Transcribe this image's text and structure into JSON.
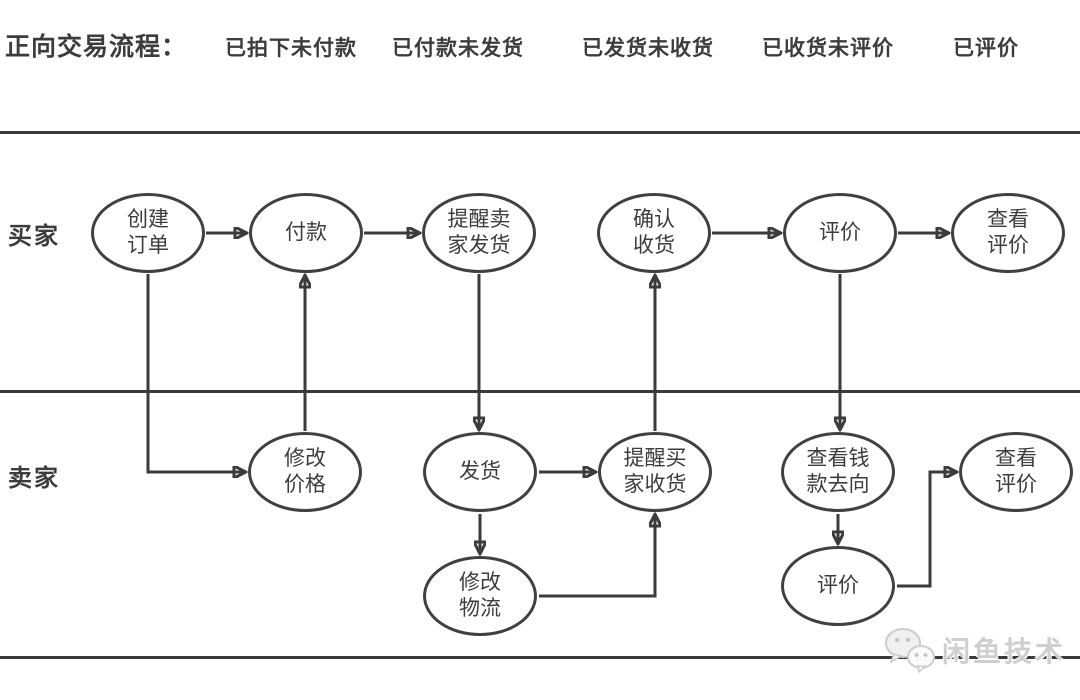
{
  "header": {
    "title": "正向交易流程：",
    "stages": [
      {
        "label": "已拍下未付款"
      },
      {
        "label": "已付款未发货"
      },
      {
        "label": "已发货未收货"
      },
      {
        "label": "已收货未评价"
      },
      {
        "label": "已评价"
      }
    ]
  },
  "lanes": {
    "buyer_label": "买家",
    "seller_label": "卖家"
  },
  "nodes": {
    "buyer_create_order": {
      "label": "创建\n订单"
    },
    "buyer_pay": {
      "label": "付款"
    },
    "buyer_remind_seller_ship": {
      "label": "提醒卖\n家发货"
    },
    "buyer_confirm_receipt": {
      "label": "确认\n收货"
    },
    "buyer_review": {
      "label": "评价"
    },
    "buyer_view_review": {
      "label": "查看\n评价"
    },
    "seller_modify_price": {
      "label": "修改\n价格"
    },
    "seller_ship": {
      "label": "发货"
    },
    "seller_remind_buyer_receive": {
      "label": "提醒买\n家收货"
    },
    "seller_check_money_flow": {
      "label": "查看钱\n款去向"
    },
    "seller_view_review": {
      "label": "查看\n评价"
    },
    "seller_modify_logistics": {
      "label": "修改\n物流"
    },
    "seller_review": {
      "label": "评价"
    }
  },
  "edges": [
    {
      "from": "buyer_create_order",
      "to": "buyer_pay"
    },
    {
      "from": "buyer_pay",
      "to": "buyer_remind_seller_ship"
    },
    {
      "from": "buyer_confirm_receipt",
      "to": "buyer_review"
    },
    {
      "from": "buyer_review",
      "to": "buyer_view_review"
    },
    {
      "from": "buyer_create_order",
      "to": "seller_modify_price"
    },
    {
      "from": "seller_modify_price",
      "to": "buyer_pay"
    },
    {
      "from": "buyer_remind_seller_ship",
      "to": "seller_ship"
    },
    {
      "from": "seller_ship",
      "to": "seller_remind_buyer_receive"
    },
    {
      "from": "seller_ship",
      "to": "seller_modify_logistics"
    },
    {
      "from": "seller_modify_logistics",
      "to": "seller_remind_buyer_receive"
    },
    {
      "from": "seller_remind_buyer_receive",
      "to": "buyer_confirm_receipt"
    },
    {
      "from": "buyer_review",
      "to": "seller_check_money_flow"
    },
    {
      "from": "seller_check_money_flow",
      "to": "seller_review"
    },
    {
      "from": "seller_review",
      "to": "seller_view_review"
    }
  ],
  "watermark": {
    "text": "闲鱼技术",
    "icon": "chat-bubbles-icon"
  },
  "colors": {
    "line": "#3b3b3b",
    "text": "#3d3d3d",
    "watermark_gray": "#cfcfcf"
  }
}
